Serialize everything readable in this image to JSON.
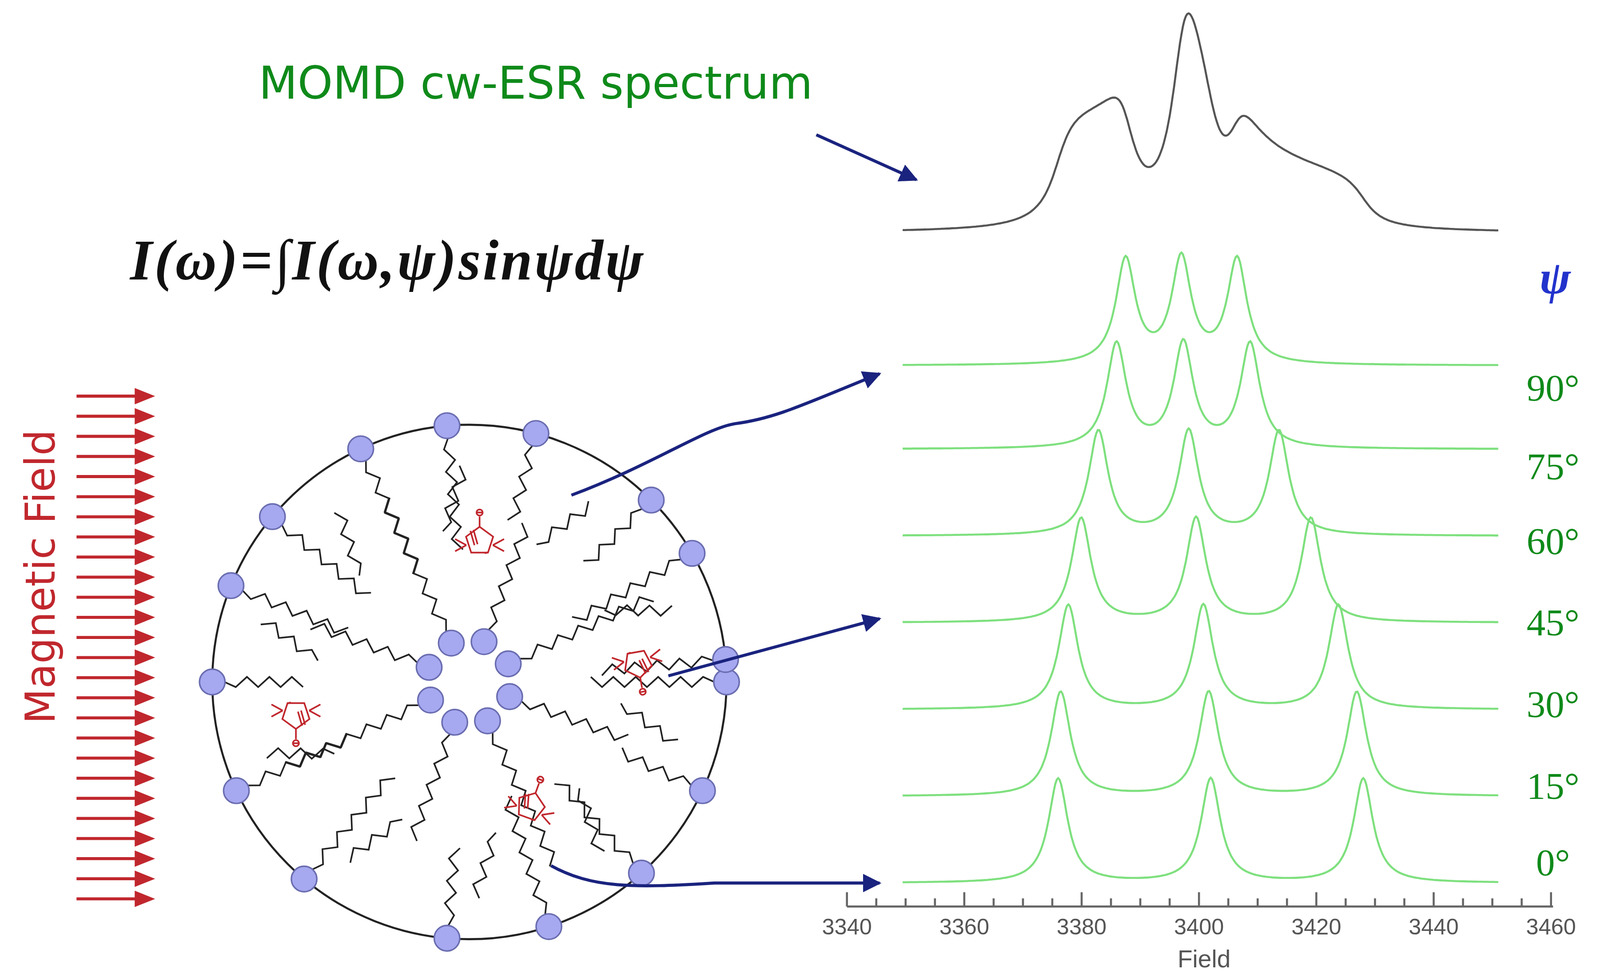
{
  "diagram": {
    "title": "MOMD cw-ESR spectrum",
    "labels": [
      "I(ω)=∫I(ω,ψ)sinψdψ",
      "Magnetic Field",
      "ψ",
      "90°",
      "75°",
      "60°",
      "45°",
      "30°",
      "15°",
      "0°",
      "3340",
      "3360",
      "3380",
      "3400",
      "3420",
      "3440",
      "3460",
      "Field"
    ]
  }
}
